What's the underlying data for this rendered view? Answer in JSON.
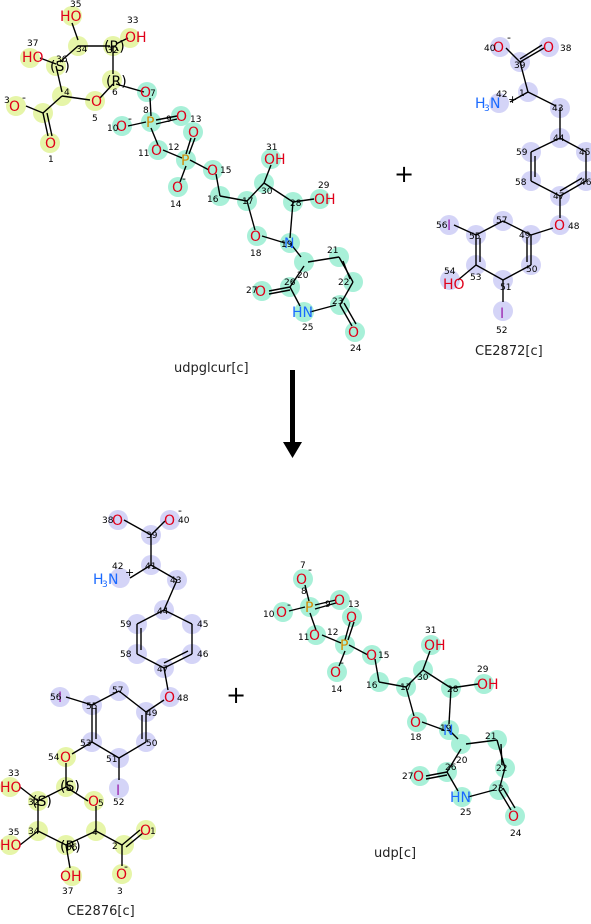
{
  "colors": {
    "highlight_green": "#a8f0d8",
    "highlight_yellow": "#e6f5a8",
    "highlight_purple": "#d4d4f7",
    "oxygen": "#e0001a",
    "nitrogen": "#1a6aff",
    "phosphorus": "#d48a00",
    "iodine": "#9c27b0",
    "arrow": "#000000"
  },
  "reactants": [
    {
      "label": "udpglcur[c]"
    },
    {
      "label": "CE2872[c]"
    }
  ],
  "products": [
    {
      "label": "CE2876[c]"
    },
    {
      "label": "udp[c]"
    }
  ],
  "operators": {
    "plus_top": "+",
    "plus_bottom": "+"
  },
  "arrow": "reaction-arrow"
}
